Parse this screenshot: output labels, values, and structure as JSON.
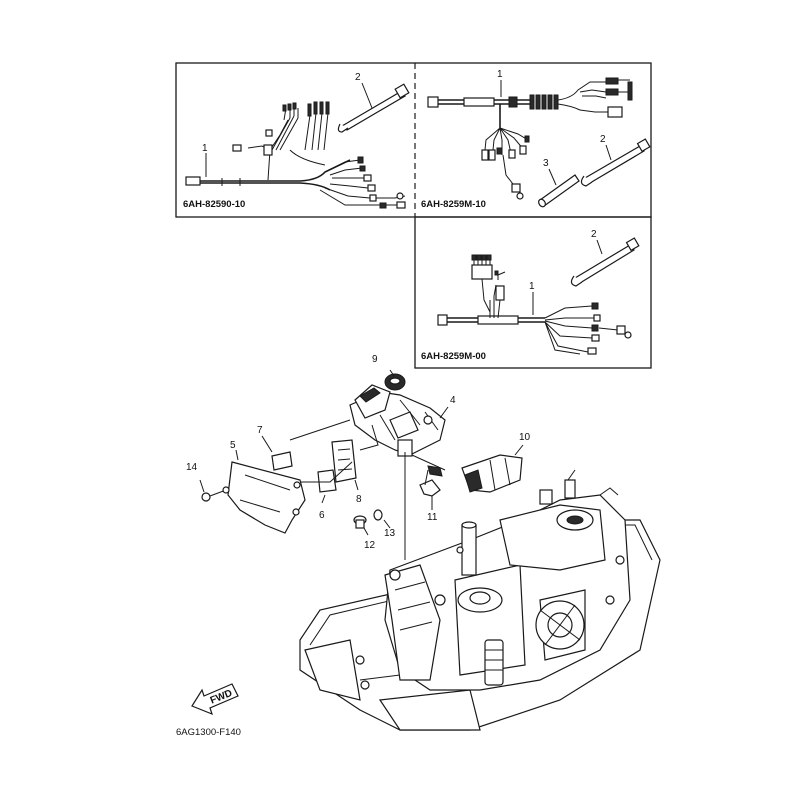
{
  "panels": [
    {
      "code": "6AH-82590-10",
      "callouts": [
        "1",
        "2"
      ]
    },
    {
      "code": "6AH-8259M-10",
      "callouts": [
        "1",
        "2",
        "3"
      ]
    },
    {
      "code": "6AH-8259M-00",
      "callouts": [
        "1",
        "2"
      ]
    }
  ],
  "main_callouts": {
    "c4": "4",
    "c5": "5",
    "c6": "6",
    "c7": "7",
    "c8": "8",
    "c9": "9",
    "c10": "10",
    "c11": "11",
    "c12": "12",
    "c13": "13",
    "c14": "14"
  },
  "fwd_label": "FWD",
  "figure_code": "6AG1300-F140"
}
